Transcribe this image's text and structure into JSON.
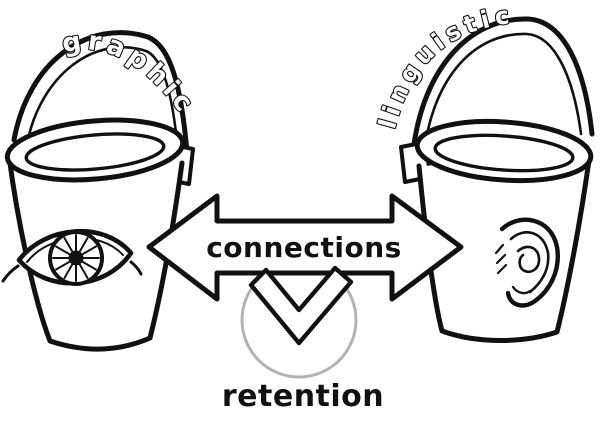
{
  "diagram": {
    "left_bucket_label": "graphic",
    "right_bucket_label": "linguistic",
    "connections_label": "connections",
    "retention_label": "retention",
    "left_icon": "eye-icon",
    "right_icon": "ear-icon"
  },
  "colors": {
    "ink": "#111111",
    "paper": "#ffffff",
    "circle_gray": "#b3b3b3"
  }
}
